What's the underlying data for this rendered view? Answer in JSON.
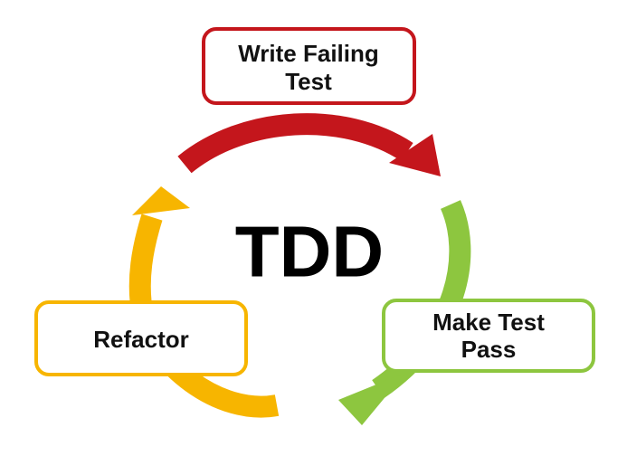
{
  "center_label": "TDD",
  "steps": [
    {
      "lines": [
        "Write Failing",
        "Test"
      ],
      "color": "#c4161c"
    },
    {
      "lines": [
        "Make Test",
        "Pass"
      ],
      "color": "#8dc63f"
    },
    {
      "lines": [
        "Refactor"
      ],
      "color": "#f7b500"
    }
  ]
}
